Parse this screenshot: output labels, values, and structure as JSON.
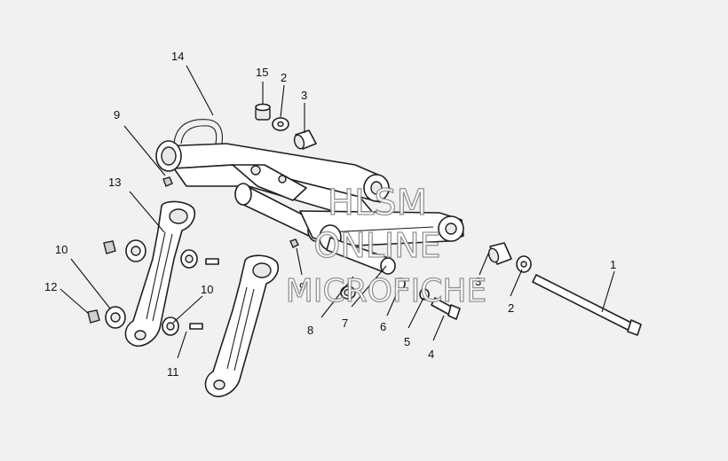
{
  "callouts": [
    {
      "label": "1"
    },
    {
      "label": "2"
    },
    {
      "label": "3"
    },
    {
      "label": "14"
    },
    {
      "label": "15"
    },
    {
      "label": "2"
    },
    {
      "label": "3"
    },
    {
      "label": "9"
    },
    {
      "label": "13"
    },
    {
      "label": "10"
    },
    {
      "label": "12"
    },
    {
      "label": "10"
    },
    {
      "label": "11"
    },
    {
      "label": "9"
    },
    {
      "label": "8"
    },
    {
      "label": "7"
    },
    {
      "label": "6"
    },
    {
      "label": "5"
    },
    {
      "label": "4"
    }
  ],
  "watermark": {
    "line1": "HLSM",
    "line2": "ONLINE",
    "line3": "MICROFICHE"
  }
}
